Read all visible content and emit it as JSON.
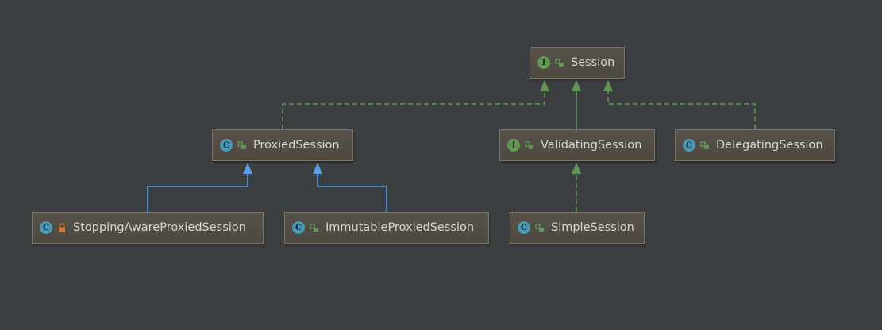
{
  "nodes": [
    {
      "id": "session",
      "label": "Session",
      "kind": "I",
      "kind_icon": "interface-icon",
      "visibility_icon": "public-visibility-icon"
    },
    {
      "id": "proxied",
      "label": "ProxiedSession",
      "kind": "C",
      "kind_icon": "class-icon",
      "visibility_icon": "public-visibility-icon"
    },
    {
      "id": "validating",
      "label": "ValidatingSession",
      "kind": "I",
      "kind_icon": "interface-icon",
      "visibility_icon": "public-visibility-icon"
    },
    {
      "id": "delegating",
      "label": "DelegatingSession",
      "kind": "C",
      "kind_icon": "class-icon",
      "visibility_icon": "public-visibility-icon"
    },
    {
      "id": "stopping",
      "label": "StoppingAwareProxiedSession",
      "kind": "C",
      "kind_icon": "class-icon",
      "visibility_icon": "private-lock-icon"
    },
    {
      "id": "immutable",
      "label": "ImmutableProxiedSession",
      "kind": "C",
      "kind_icon": "class-icon",
      "visibility_icon": "public-visibility-icon"
    },
    {
      "id": "simple",
      "label": "SimpleSession",
      "kind": "C",
      "kind_icon": "class-icon",
      "visibility_icon": "public-visibility-icon"
    }
  ],
  "edges": [
    {
      "from": "ProxiedSession",
      "to": "Session",
      "type": "implements"
    },
    {
      "from": "ValidatingSession",
      "to": "Session",
      "type": "extends-interface"
    },
    {
      "from": "DelegatingSession",
      "to": "Session",
      "type": "implements"
    },
    {
      "from": "StoppingAwareProxiedSession",
      "to": "ProxiedSession",
      "type": "extends"
    },
    {
      "from": "ImmutableProxiedSession",
      "to": "ProxiedSession",
      "type": "extends"
    },
    {
      "from": "SimpleSession",
      "to": "ValidatingSession",
      "type": "implements"
    }
  ],
  "colors": {
    "background": "#3c3f41",
    "implements_edge": "#629755",
    "extends_edge": "#5a9ee6",
    "interface_badge": "#629755",
    "class_badge": "#4b98b5",
    "lock": "#d0793a"
  }
}
